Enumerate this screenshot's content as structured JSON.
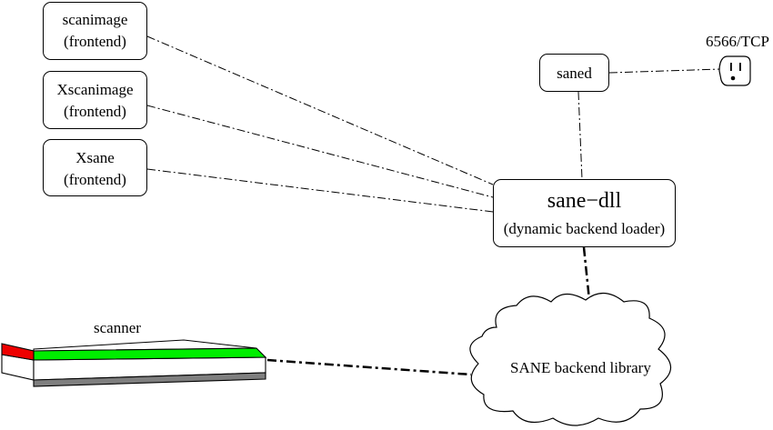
{
  "frontends": [
    {
      "name": "scanimage",
      "role": "(frontend)"
    },
    {
      "name": "Xscanimage",
      "role": "(frontend)"
    },
    {
      "name": "Xsane",
      "role": "(frontend)"
    }
  ],
  "dll": {
    "name": "sane−dll",
    "role": "(dynamic backend loader)"
  },
  "saned": {
    "name": "saned"
  },
  "tcp": {
    "label": "6566/TCP"
  },
  "cloud": {
    "label": "SANE backend library"
  },
  "scanner": {
    "label": "scanner"
  },
  "colors": {
    "scanner_top": "#00ee00",
    "scanner_front": "#ee0000",
    "scanner_base": "#7f7f7f"
  }
}
